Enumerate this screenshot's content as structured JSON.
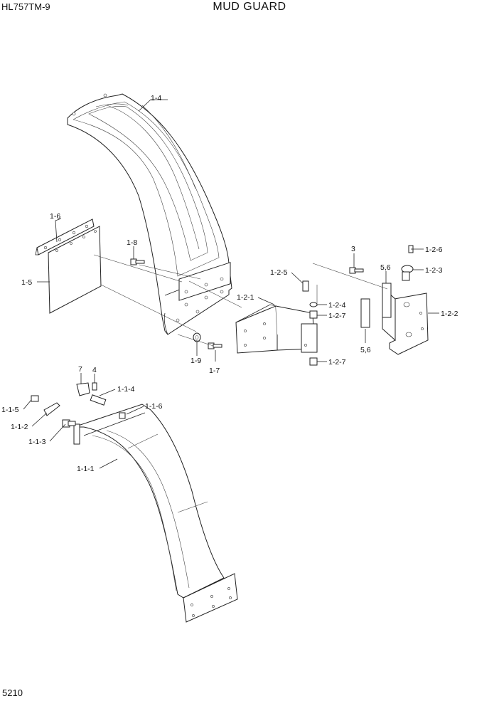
{
  "header": {
    "model": "HL757TM-9",
    "title": "MUD GUARD"
  },
  "footer": {
    "page_number": "5210"
  },
  "callouts": {
    "c_1_4": "1-4",
    "c_1_6": "1-6",
    "c_1_5": "1-5",
    "c_1_8": "1-8",
    "c_1_9": "1-9",
    "c_1_7": "1-7",
    "c_3": "3",
    "c_1_2_6": "1-2-6",
    "c_1_2_3": "1-2-3",
    "c_5_6_a": "5,6",
    "c_1_2_5": "1-2-5",
    "c_1_2_4": "1-2-4",
    "c_1_2_7_a": "1-2-7",
    "c_1_2_1": "1-2-1",
    "c_1_2_2": "1-2-2",
    "c_5_6_b": "5,6",
    "c_1_2_7_b": "1-2-7",
    "c_7": "7",
    "c_4": "4",
    "c_1_1_4": "1-1-4",
    "c_1_1_5": "1-1-5",
    "c_1_1_6": "1-1-6",
    "c_1_1_2": "1-1-2",
    "c_1_1_3": "1-1-3",
    "c_1_1_1": "1-1-1"
  }
}
